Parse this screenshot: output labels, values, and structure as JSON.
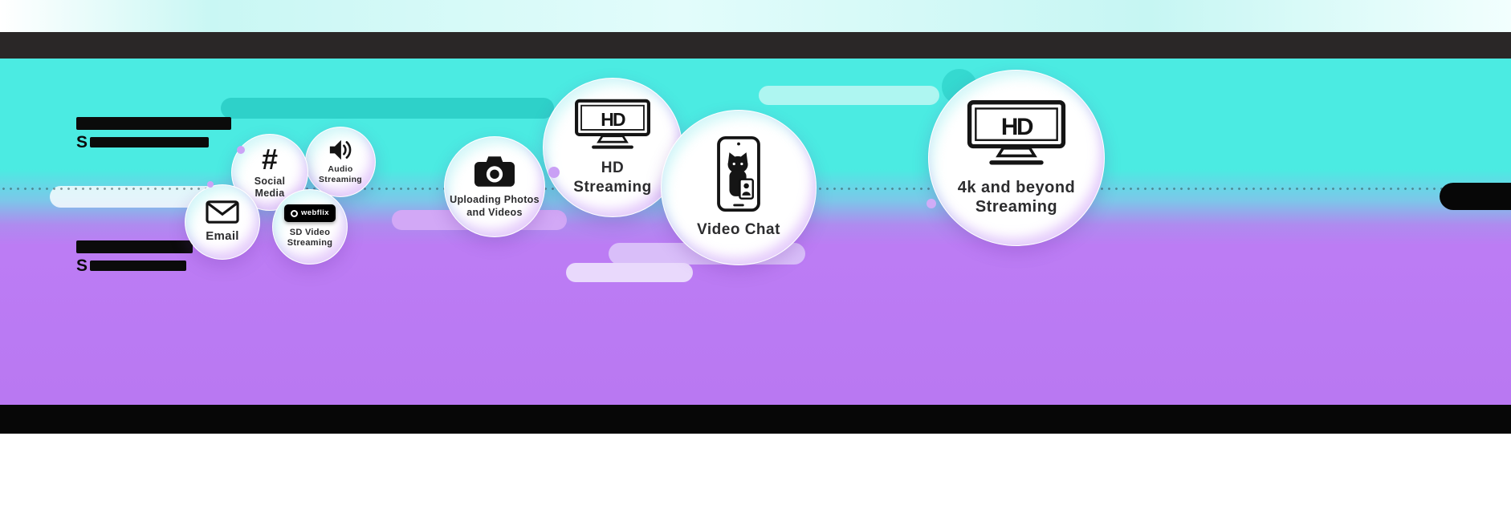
{
  "theme": {
    "top_strip": "#cdf7f4",
    "header_bar": "#2a2727",
    "cyan": "#4bebe2",
    "purple": "#bb7af3",
    "footer_bar": "#070707",
    "label_color": "#2c2c2e",
    "accent_lavender": "#d2a8f6",
    "accent_teal": "#2ed1c9"
  },
  "redacted": {
    "visible_letter": "S"
  },
  "icons": {
    "hashtag_glyph": "#",
    "tv_screen_text": "HD",
    "webflix_wordmark": "webflix"
  },
  "bubbles": [
    {
      "id": "email",
      "label": "Email",
      "icon": "envelope-icon"
    },
    {
      "id": "social-media",
      "label": "Social Media",
      "icon": "hashtag-icon"
    },
    {
      "id": "audio-streaming",
      "label": "Audio Streaming",
      "icon": "speaker-icon"
    },
    {
      "id": "sd-video-streaming",
      "label": "SD Video Streaming",
      "icon": "webflix-badge-icon"
    },
    {
      "id": "uploading-photos-and-videos",
      "label": "Uploading Photos and Videos",
      "icon": "camera-icon"
    },
    {
      "id": "hd-streaming",
      "label": "HD Streaming",
      "icon": "hd-tv-icon"
    },
    {
      "id": "video-chat",
      "label": "Video Chat",
      "icon": "video-call-phone-icon"
    },
    {
      "id": "4k-and-beyond-streaming",
      "label": "4k and beyond Streaming",
      "icon": "hd-tv-icon"
    }
  ]
}
